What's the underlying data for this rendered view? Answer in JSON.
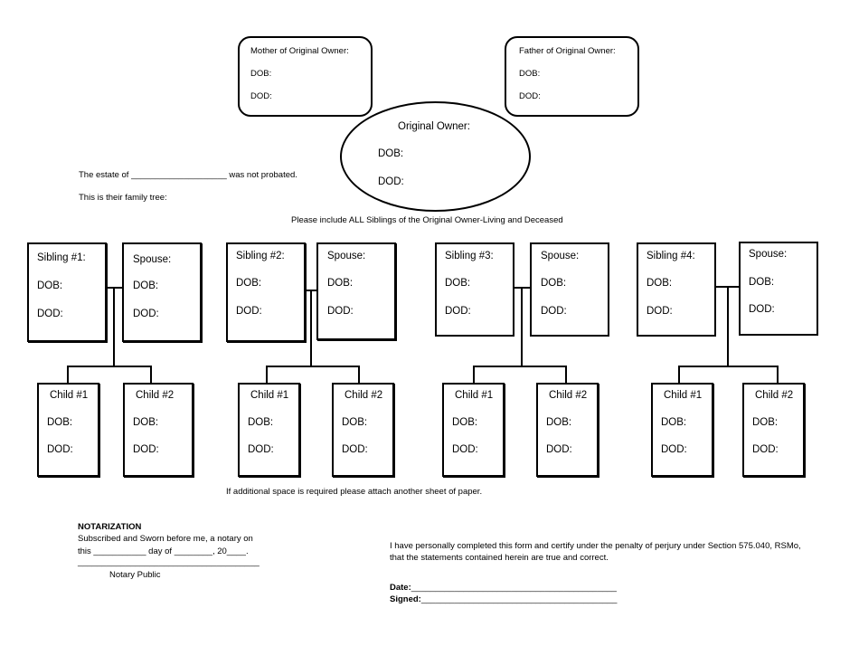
{
  "parents": {
    "mother": {
      "title": "Mother of Original Owner:",
      "dob": "DOB:",
      "dod": "DOD:"
    },
    "father": {
      "title": "Father of Original Owner:",
      "dob": "DOB:",
      "dod": "DOD:"
    }
  },
  "owner": {
    "title": "Original Owner:",
    "dob": "DOB:",
    "dod": "DOD:"
  },
  "estate_line": "The estate of ____________________ was not probated.",
  "tree_line": "This is their family tree:",
  "siblings_note": "Please include ALL Siblings of the Original Owner-Living and Deceased",
  "groups": [
    {
      "sibling": "Sibling #1:",
      "spouse": "Spouse:",
      "child1": "Child #1",
      "child2": "Child #2"
    },
    {
      "sibling": "Sibling #2:",
      "spouse": "Spouse:",
      "child1": "Child #1",
      "child2": "Child #2"
    },
    {
      "sibling": "Sibling #3:",
      "spouse": "Spouse:",
      "child1": "Child #1",
      "child2": "Child #2"
    },
    {
      "sibling": "Sibling #4:",
      "spouse": "Spouse:",
      "child1": "Child #1",
      "child2": "Child #2"
    }
  ],
  "dob": "DOB:",
  "dod": "DOD:",
  "additional_space": "If additional space is required please attach another sheet of paper.",
  "notarization": {
    "heading": "NOTARIZATION",
    "line1": "Subscribed and Sworn before me, a notary on",
    "line2": "this ___________ day of ________, 20____.",
    "signature_line": "______________________________________",
    "label": "Notary Public"
  },
  "certification": {
    "line1": "I have personally completed this form and certify under the penalty of perjury under Section 575.040, RSMo,",
    "line2": "that the statements contained herein are true and correct.",
    "date_label": "Date:",
    "date_line": "___________________________________________",
    "signed_label": "Signed:",
    "signed_line": "_________________________________________"
  }
}
